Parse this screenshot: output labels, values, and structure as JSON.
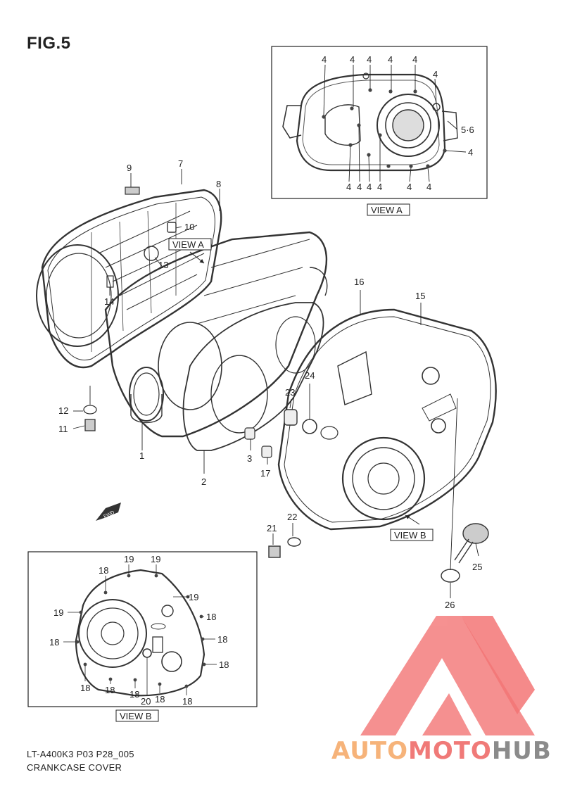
{
  "figure": {
    "title": "FIG.5"
  },
  "footer": {
    "model_code": "LT-A400K3 P03 P28_005",
    "part_name": "CRANKCASE COVER"
  },
  "views": {
    "a_label": "VIEW A",
    "b_label": "VIEW B",
    "a_inset_label": "VIEW A",
    "b_inset_label": "VIEW B"
  },
  "direction": {
    "fwd": "FWD"
  },
  "callouts": {
    "c1": "1",
    "c2": "2",
    "c3": "3",
    "c7": "7",
    "c8": "8",
    "c9": "9",
    "c10": "10",
    "c11": "11",
    "c12": "12",
    "c13": "13",
    "c14": "14",
    "c15": "15",
    "c16": "16",
    "c17": "17",
    "c21": "21",
    "c22": "22",
    "c23": "23",
    "c24": "24",
    "c25": "25",
    "c26": "26"
  },
  "view_a_callouts": {
    "top": [
      "4",
      "4",
      "4",
      "4",
      "4"
    ],
    "right_upper": "4",
    "right_pair": "5·6",
    "right_lower": "4",
    "bottom": [
      "4",
      "4",
      "4",
      "4",
      "4",
      "4"
    ]
  },
  "view_b_callouts": {
    "top": [
      "19",
      "19"
    ],
    "right": [
      "19",
      "18",
      "18",
      "18"
    ],
    "left": [
      "18",
      "19",
      "18"
    ],
    "bottom": [
      "18",
      "18",
      "18",
      "20",
      "18",
      "18"
    ]
  },
  "watermark": {
    "part1": "AUTO",
    "part2": "MOTO",
    "part3": "HUB",
    "colors": {
      "auto": "#f6b37a",
      "moto": "#f07a78",
      "hub": "#8b8b8b",
      "logo": "#f26d6d"
    }
  }
}
